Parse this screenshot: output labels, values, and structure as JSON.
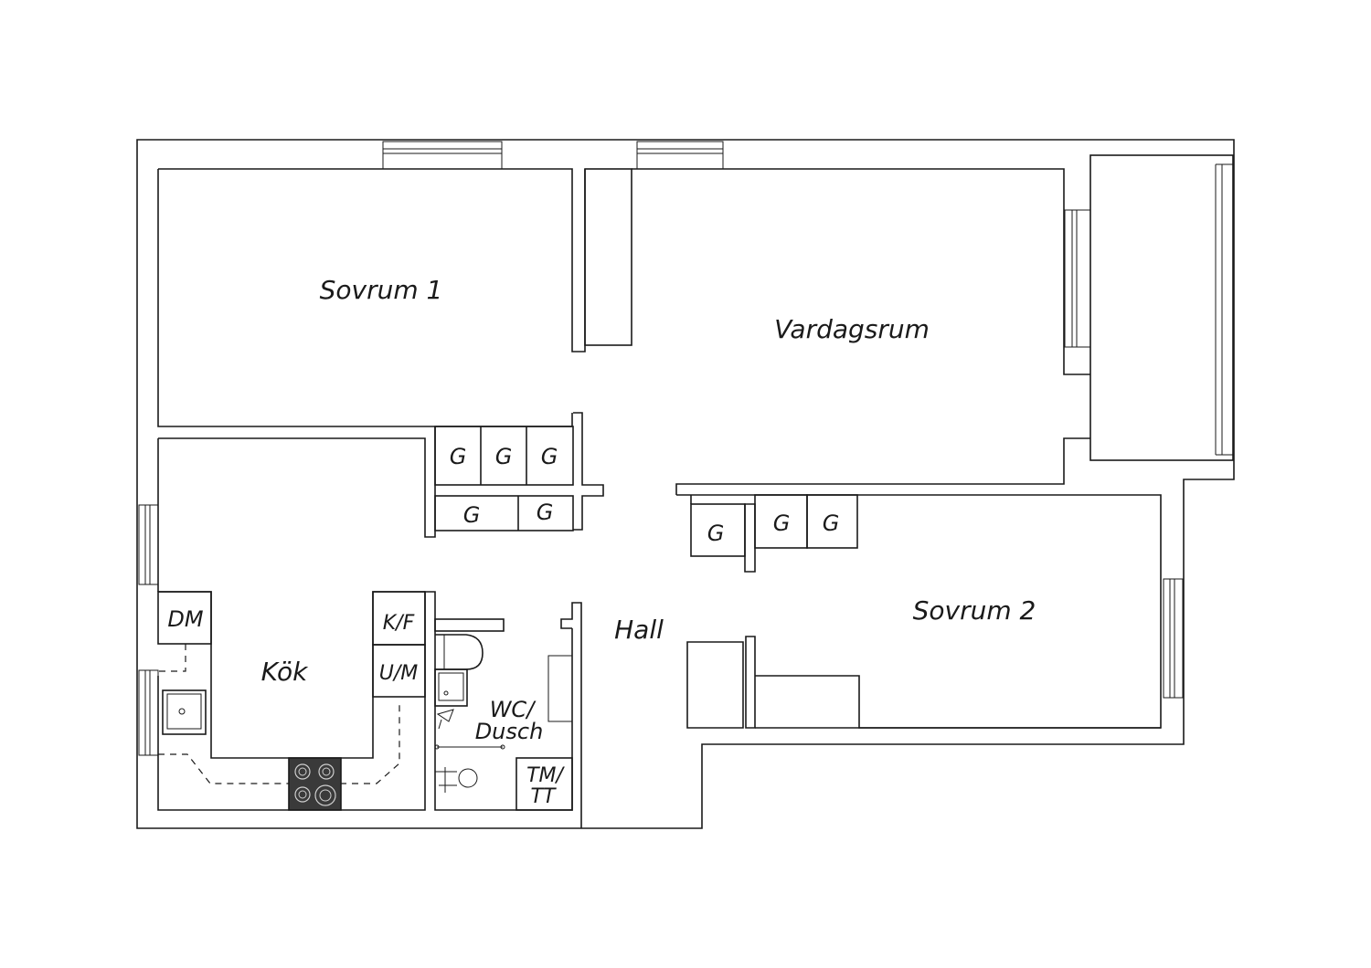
{
  "rooms": {
    "sovrum1": "Sovrum 1",
    "vardagsrum": "Vardagsrum",
    "sovrum2": "Sovrum 2",
    "hall": "Hall",
    "kok": "Kök",
    "wc_line1": "WC/",
    "wc_line2": "Dusch"
  },
  "fixtures": {
    "dm": "DM",
    "kf": "K/F",
    "um": "U/M",
    "tm": "TM/",
    "tt": "TT"
  },
  "closets": [
    "G",
    "G",
    "G",
    "G",
    "G",
    "G",
    "G",
    "G"
  ]
}
